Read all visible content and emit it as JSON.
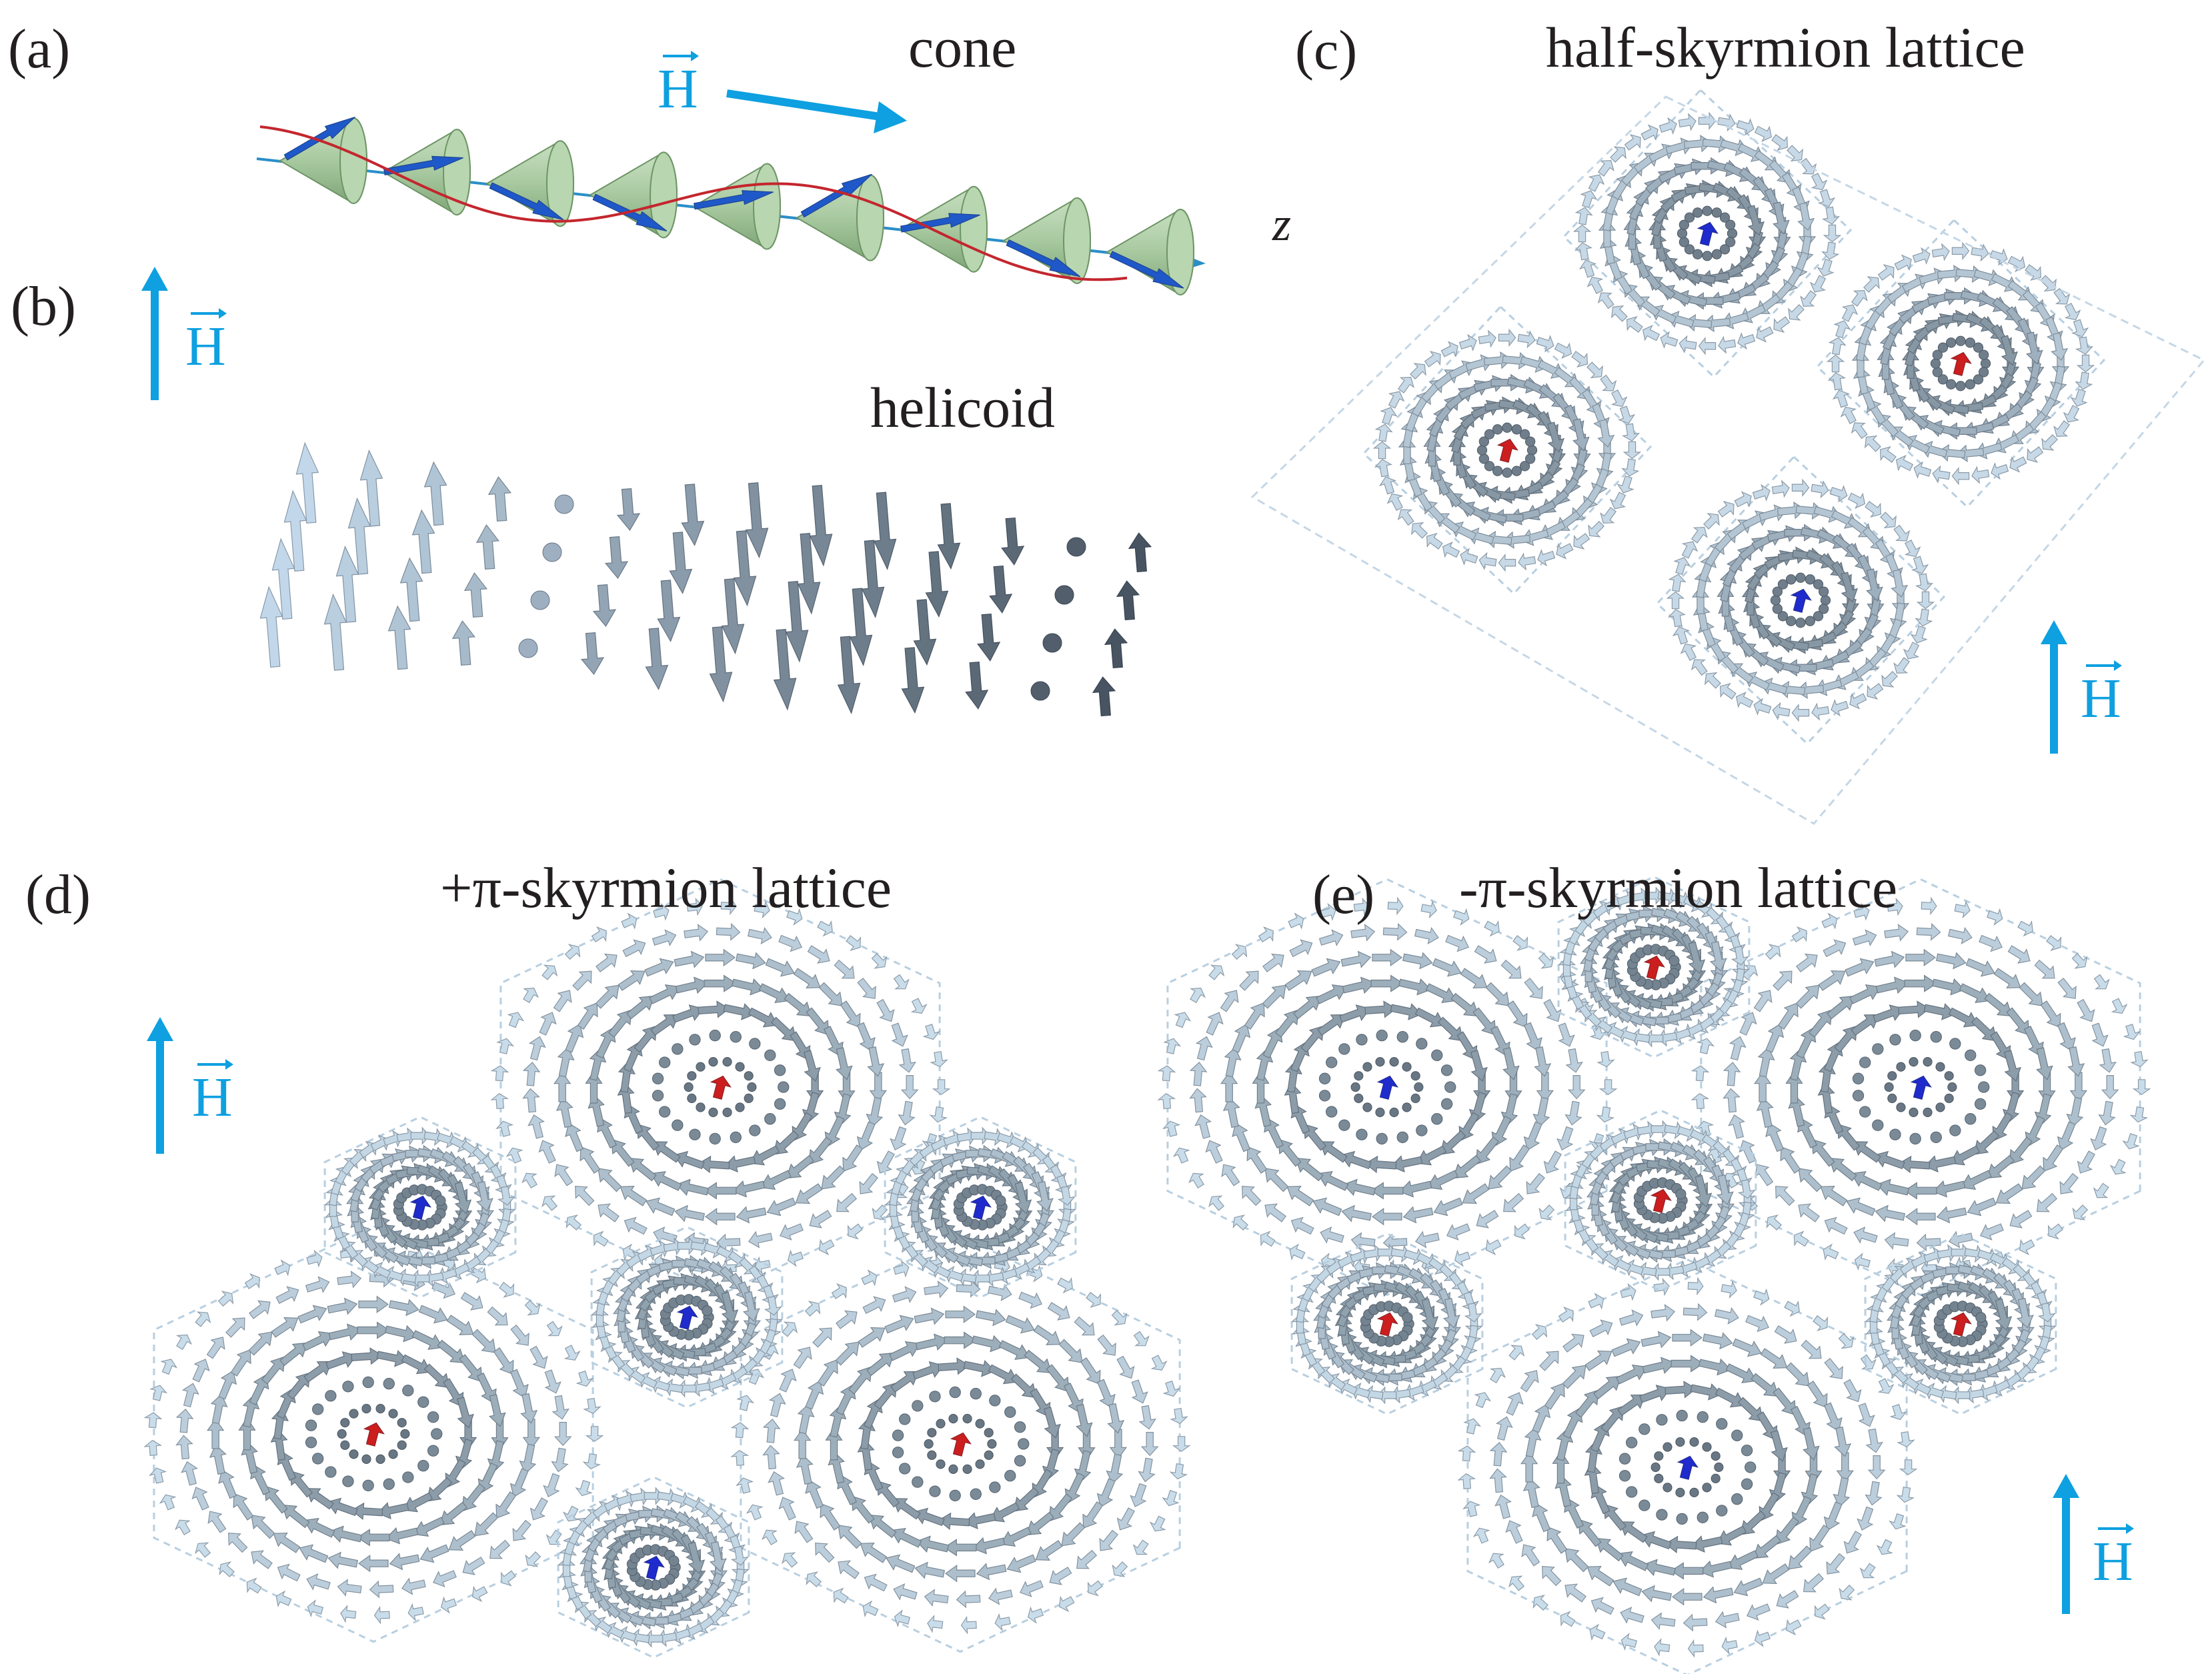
{
  "panels": {
    "a": {
      "label": "(a)",
      "title": "cone"
    },
    "b": {
      "label": "(b)",
      "title": "helicoid"
    },
    "c": {
      "label": "(c)",
      "title": "half-skyrmion lattice",
      "axis": "z"
    },
    "d": {
      "label": "(d)",
      "title": "+π-skyrmion lattice"
    },
    "e": {
      "label": "(e)",
      "title": "-π-skyrmion lattice"
    }
  },
  "field_symbol": "H",
  "colors": {
    "field": "#0ea0e0",
    "arrow_light": "#b9d3e6",
    "arrow_dark": "#5a6878",
    "core_up": "#cc1e1e",
    "core_down": "#1f2bcc",
    "cone_fill": "#a8c9a0",
    "helix_red": "#c4262e",
    "axis_blue": "#2a8fc8"
  },
  "icons": [
    "field-arrow-icon",
    "cone-icon",
    "spin-arrow-icon"
  ]
}
